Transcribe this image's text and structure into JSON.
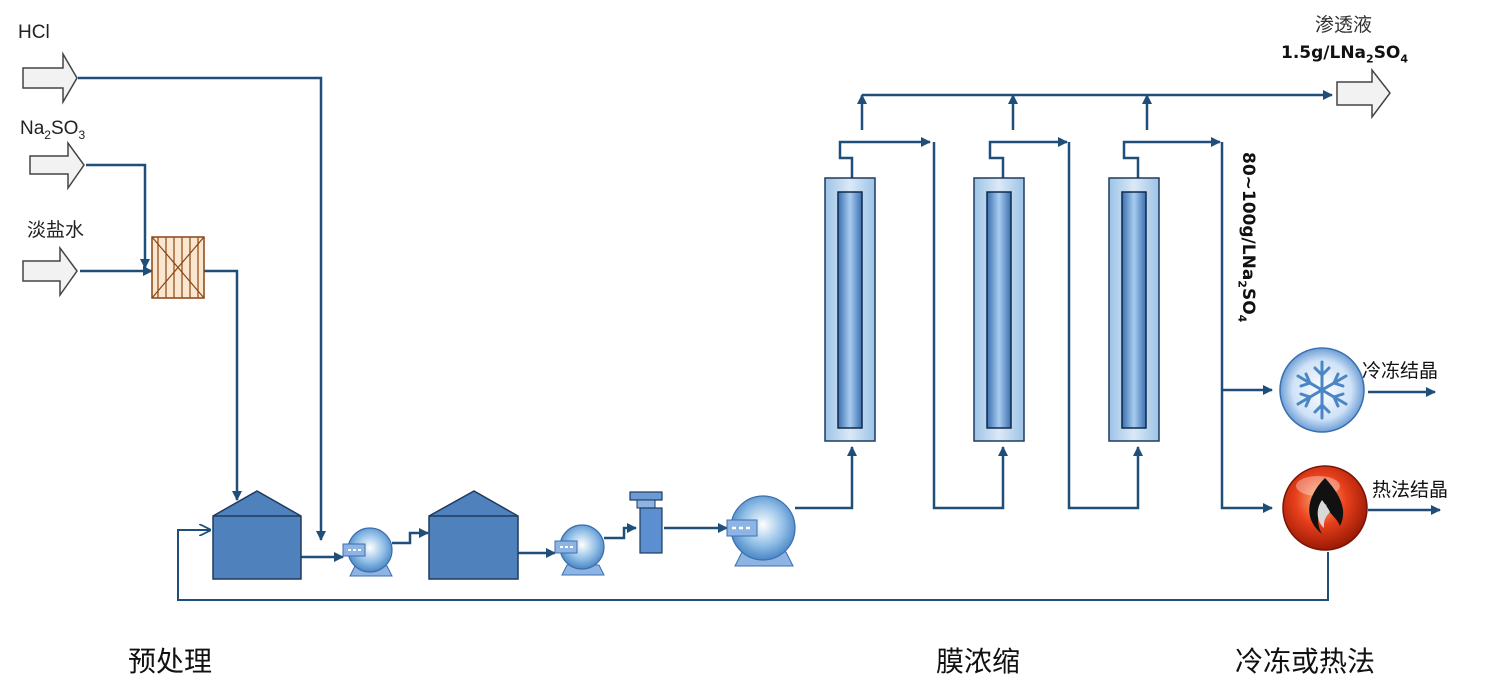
{
  "feeds": {
    "hcl": "HCl",
    "na2so3": {
      "main": "Na",
      "sub1": "2",
      "mid": "SO",
      "sub2": "3"
    },
    "brine": "淡盐水"
  },
  "permeate": {
    "label": "渗透液",
    "conc": {
      "pre": "1.5g/LNa",
      "sub1": "2",
      "mid": "SO",
      "sub2": "4"
    }
  },
  "concentrate": {
    "pre": "80~100g/LNa",
    "sub1": "2",
    "mid": "SO",
    "sub2": "4"
  },
  "outputs": {
    "freeze": "冷冻结晶",
    "thermal": "热法结晶"
  },
  "sections": {
    "pretreatment": "预处理",
    "membrane": "膜浓缩",
    "crystallization": "冷冻或热法"
  },
  "colors": {
    "pipe": "#1f4e79",
    "tank": "#4f81bd",
    "equipment": "#8db4e2",
    "mixer": "#a0522d",
    "fire": "#d9341b"
  }
}
